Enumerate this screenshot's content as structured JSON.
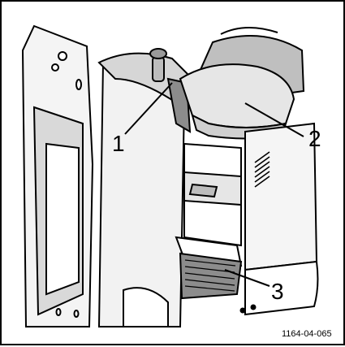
{
  "figure": {
    "callouts": [
      {
        "number": "1"
      },
      {
        "number": "2"
      },
      {
        "number": "3"
      }
    ],
    "figure_id": "1164-04-065"
  },
  "colors": {
    "line": "#000000",
    "light_fill": "#e6e6e6",
    "mid_fill": "#cfcfcf",
    "dark_fill": "#8c8c8c",
    "background": "#ffffff"
  }
}
